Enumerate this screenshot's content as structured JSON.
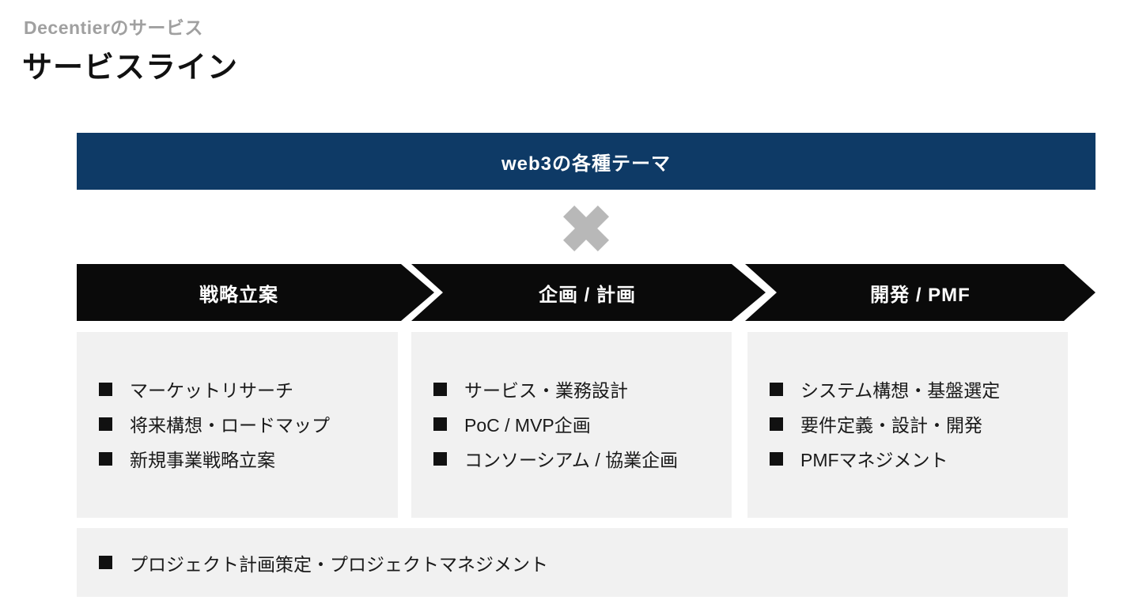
{
  "page": {
    "eyebrow": "Decentierのサービス",
    "title": "サービスライン"
  },
  "banner": {
    "label": "web3の各種テーマ"
  },
  "icons": {
    "multiply": "✖",
    "bullet": "■"
  },
  "columns": [
    {
      "header": "戦略立案",
      "items": [
        "マーケットリサーチ",
        "将来構想・ロードマップ",
        "新規事業戦略立案"
      ]
    },
    {
      "header": "企画 / 計画",
      "items": [
        "サービス・業務設計",
        "PoC / MVP企画",
        "コンソーシアム / 協業企画"
      ]
    },
    {
      "header": "開発 / PMF",
      "items": [
        "システム構想・基盤選定",
        "要件定義・設計・開発",
        "PMFマネジメント"
      ]
    }
  ],
  "footer": {
    "item": "プロジェクト計画策定・プロジェクトマネジメント"
  },
  "colors": {
    "navy": "#0E3A66",
    "arrow_black": "#0A0A0A",
    "panel_gray": "#F1F1F1",
    "cross_gray": "#B8B8B8",
    "eyebrow_gray": "#A0A0A0",
    "text_dark": "#1A1A1A"
  }
}
